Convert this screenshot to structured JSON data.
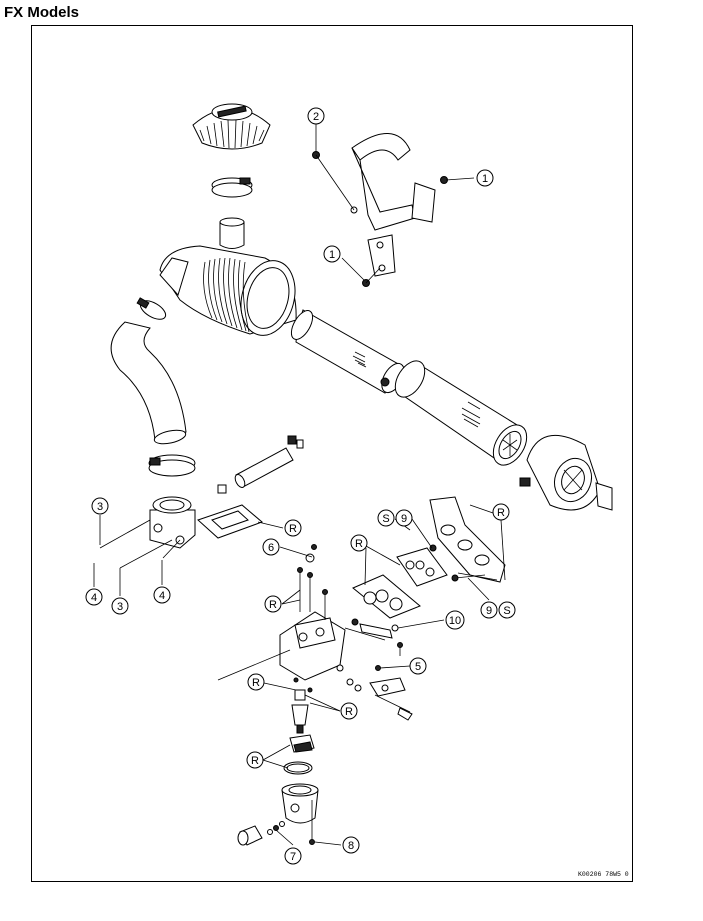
{
  "title": "FX Models",
  "figure_code": "K00206 78W5 0",
  "callouts": [
    {
      "id": "c-2-top",
      "label": "2"
    },
    {
      "id": "c-1-top",
      "label": "1"
    },
    {
      "id": "c-1-mid",
      "label": "1"
    },
    {
      "id": "c-3-left",
      "label": "3"
    },
    {
      "id": "c-R-flange",
      "label": "R"
    },
    {
      "id": "c-6",
      "label": "6"
    },
    {
      "id": "c-4-left",
      "label": "4"
    },
    {
      "id": "c-3-low",
      "label": "3"
    },
    {
      "id": "c-4-right",
      "label": "4"
    },
    {
      "id": "c-S-upper",
      "label": "S"
    },
    {
      "id": "c-9-upper",
      "label": "9"
    },
    {
      "id": "c-R-manifold",
      "label": "R"
    },
    {
      "id": "c-R-gasket",
      "label": "R"
    },
    {
      "id": "c-9-lower",
      "label": "9"
    },
    {
      "id": "c-S-lower",
      "label": "S"
    },
    {
      "id": "c-R-carb",
      "label": "R"
    },
    {
      "id": "c-10",
      "label": "10"
    },
    {
      "id": "c-5",
      "label": "5"
    },
    {
      "id": "c-R-jet",
      "label": "R"
    },
    {
      "id": "c-R-needle",
      "label": "R"
    },
    {
      "id": "c-R-oring",
      "label": "R"
    },
    {
      "id": "c-8",
      "label": "8"
    },
    {
      "id": "c-7",
      "label": "7"
    }
  ]
}
